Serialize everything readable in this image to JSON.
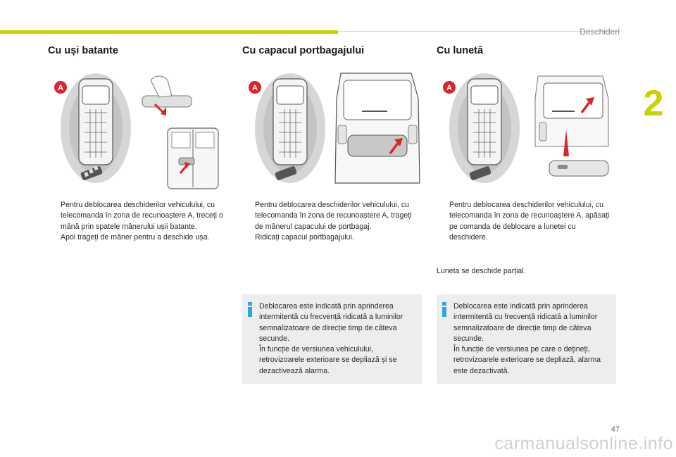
{
  "header": {
    "section": "Deschideri",
    "chapter": "2"
  },
  "columns": [
    {
      "title": "Cu uși batante",
      "label": "A",
      "bullets": [
        "Pentru deblocarea deschiderilor vehiculului, cu telecomanda în zona de recunoaștere A, treceți o mână prin spatele mânerului ușii batante.",
        "Apoi trageți de mâner pentru a deschide ușa."
      ]
    },
    {
      "title": "Cu capacul portbagajului",
      "label": "A",
      "bullets": [
        "Pentru deblocarea deschiderilor vehiculului, cu telecomanda în zona de recunoaștere A, trageți de mânerul capacului de portbagaj.",
        "Ridicați capacul portbagajului."
      ],
      "info": [
        "Deblocarea este indicată prin aprinderea intermitentă cu frecvență ridicată a luminilor semnalizatoare de direcție timp de câteva secunde.",
        "În funcție de versiunea vehiculului, retrovizoarele exterioare se depliază și se dezactivează alarma."
      ]
    },
    {
      "title": "Cu lunetă",
      "label": "A",
      "bullets": [
        "Pentru deblocarea deschiderilor vehiculului, cu telecomanda în zona de recunoaștere A, apăsați pe comanda de deblocare a lunetei cu deschidere."
      ],
      "note": "Luneta se deschide parțial.",
      "info": [
        "Deblocarea este indicată prin aprinderea intermitentă cu frecvență ridicată a luminilor semnalizatoare de direcție timp de câteva secunde.",
        "În funcție de versiunea pe care o dețineți, retrovizoarele exterioare se depliază, alarma este dezactivată."
      ]
    }
  ],
  "bullet_marker": "",
  "footer": {
    "page": "47",
    "watermark": "carmanualsonline.info"
  },
  "colors": {
    "accent": "#c8d400",
    "info_icon": "#2aa7e6",
    "info_bg": "#eceeee",
    "arrow": "#d8262b",
    "zone": "#bdbdbd"
  }
}
